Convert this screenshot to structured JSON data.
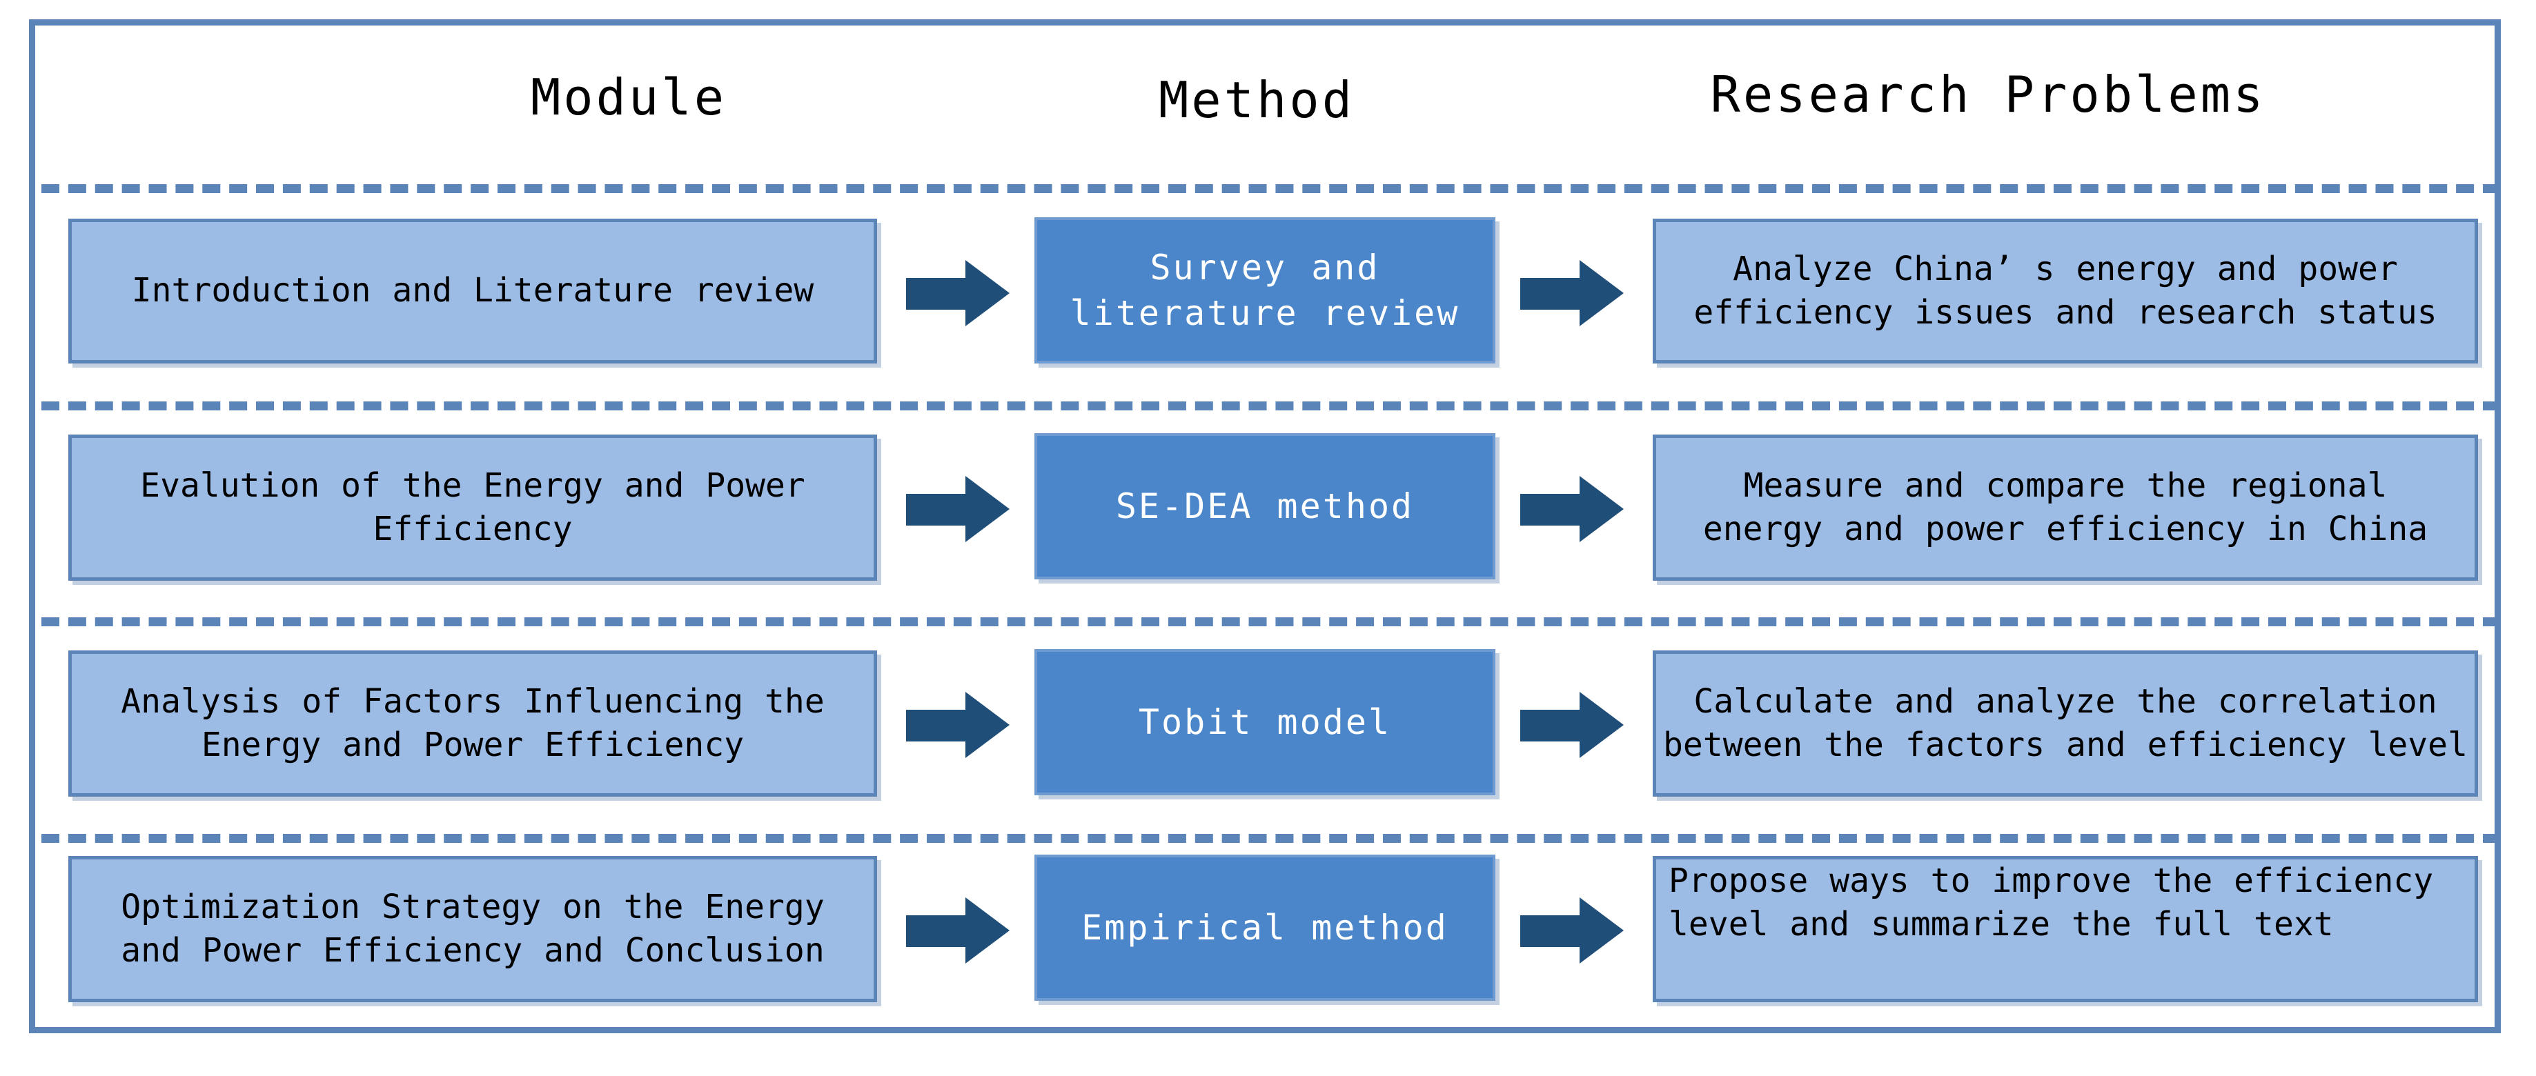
{
  "frame": {
    "border_color": "#5b84b8",
    "background": "#ffffff"
  },
  "colors": {
    "frame_border": "#5b84b8",
    "dashed_divider": "#5b84b8",
    "module_box_fill": "#9cbce6",
    "module_box_border": "#5b84b8",
    "method_box_fill": "#4a86c9",
    "method_box_text": "#ffffff",
    "problem_box_fill": "#9cbce6",
    "arrow_fill": "#1f4e79",
    "text": "#000000"
  },
  "headers": {
    "module": "Module",
    "method": "Method",
    "problems": "Research Problems"
  },
  "rows": [
    {
      "module": "Introduction and Literature review",
      "method": "Survey and\nliterature review",
      "method_line1": "Survey and",
      "method_line2": "literature review",
      "problem": "Analyze China’ s energy and power efficiency issues and research status",
      "problem_line1": "Analyze China’ s energy and power",
      "problem_line2": "efficiency issues and research status",
      "arrow1": "arrow-right",
      "arrow2": "arrow-right"
    },
    {
      "module": "Evalution of the Energy and Power Efficiency",
      "module_line1": "Evalution of the Energy and Power",
      "module_line2": "Efficiency",
      "method": "SE-DEA method",
      "problem": "Measure and compare the regional energy and power efficiency in China",
      "problem_line1": "Measure and compare the regional",
      "problem_line2": "energy and power efficiency in China",
      "arrow1": "arrow-right",
      "arrow2": "arrow-right"
    },
    {
      "module": "Analysis of Factors Influencing the Energy and Power Efficiency",
      "module_line1": "Analysis of Factors Influencing the",
      "module_line2": "Energy and Power Efficiency",
      "method": "Tobit model",
      "problem": "Calculate and analyze the correlation between the factors and efficiency level",
      "problem_line1": "Calculate and analyze the correlation",
      "problem_line2": "between the factors and efficiency level",
      "arrow1": "arrow-right",
      "arrow2": "arrow-right"
    },
    {
      "module": "Optimization Strategy on the Energy and Power Efficiency and Conclusion",
      "module_line1": "Optimization Strategy on the Energy",
      "module_line2": "and Power Efficiency and Conclusion",
      "method": "Empirical method",
      "problem": "Propose ways to improve the efficiency level and summarize the full text",
      "problem_line1": "Propose ways to improve the efficiency",
      "problem_line2": "level and summarize the full text",
      "arrow1": "arrow-right",
      "arrow2": "arrow-right"
    }
  ]
}
